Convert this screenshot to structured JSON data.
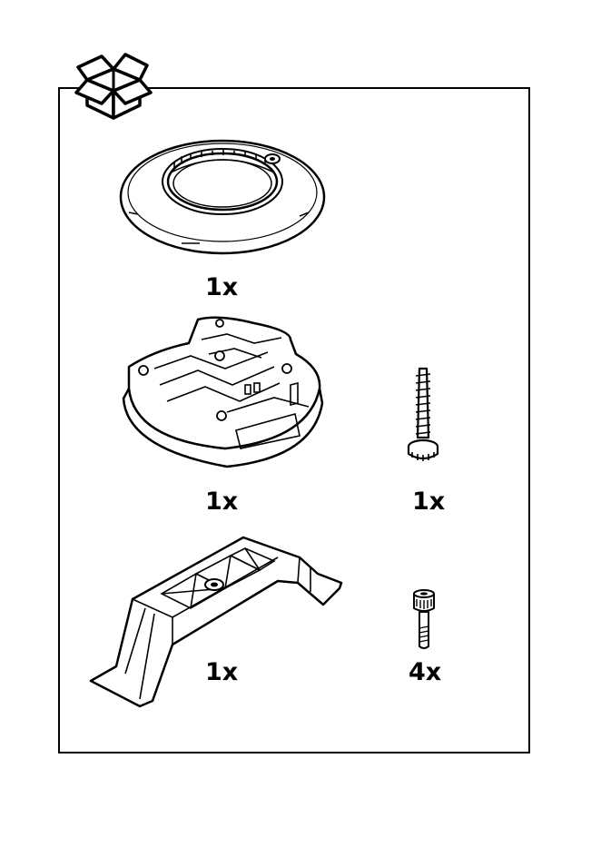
{
  "parts": [
    {
      "id": "ring",
      "qty": "1x"
    },
    {
      "id": "base",
      "qty": "1x"
    },
    {
      "id": "screw",
      "qty": "1x"
    },
    {
      "id": "bracket",
      "qty": "1x"
    },
    {
      "id": "bolt",
      "qty": "4x"
    }
  ],
  "colors": {
    "line": "#000000",
    "background": "#ffffff",
    "fill": "#ffffff"
  },
  "icons": {
    "package": "open-box-icon"
  }
}
